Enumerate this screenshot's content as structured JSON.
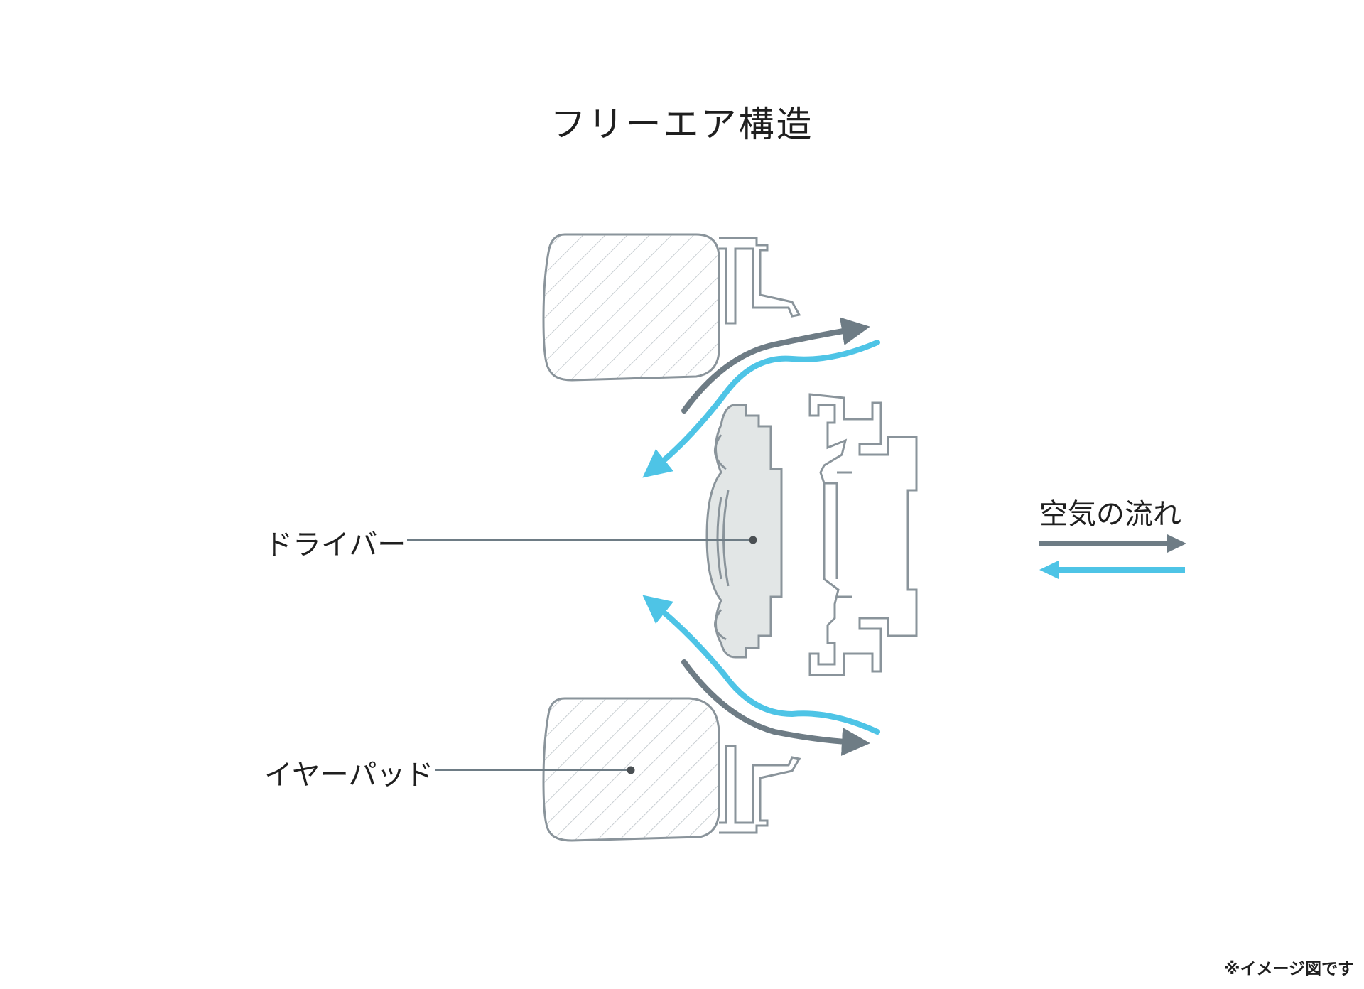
{
  "title": "フリーエア構造",
  "labels": {
    "driver": "ドライバー",
    "ear_pad": "イヤーパッド",
    "airflow": "空気の流れ"
  },
  "note": "※イメージ図です",
  "colors": {
    "outgoing_air": "#6e7c85",
    "incoming_air": "#4ec4e6",
    "outline": "#8a949b",
    "pad_hatch": "#c7cdd1",
    "driver_fill": "#e2e6e6",
    "leader_line": "#6e7c85"
  },
  "icons": {
    "outgoing": "arrow-right-icon",
    "incoming": "arrow-left-icon"
  }
}
